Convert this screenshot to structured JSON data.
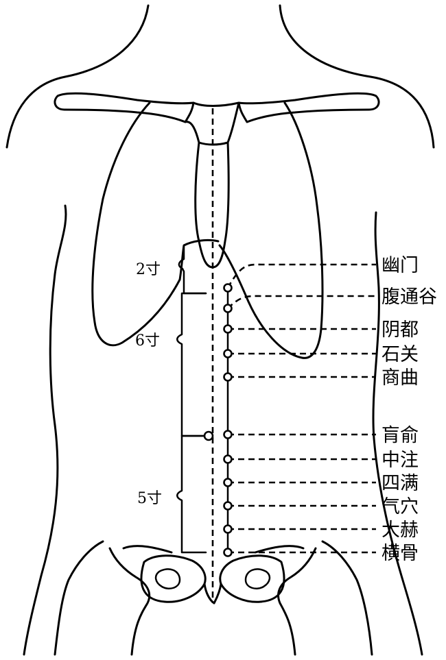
{
  "points": [
    {
      "id": "youmen",
      "label": "幽门"
    },
    {
      "id": "futonggu",
      "label": "腹通谷"
    },
    {
      "id": "yindu",
      "label": "阴都"
    },
    {
      "id": "shiguan",
      "label": "石关"
    },
    {
      "id": "shangqu",
      "label": "商曲"
    },
    {
      "id": "huangshu",
      "label": "肓俞"
    },
    {
      "id": "zhongzhu",
      "label": "中注"
    },
    {
      "id": "siman",
      "label": "四满"
    },
    {
      "id": "qixue",
      "label": "气穴"
    },
    {
      "id": "dahe",
      "label": "大赫"
    },
    {
      "id": "henggu",
      "label": "横骨"
    }
  ],
  "measures": [
    {
      "id": "upper",
      "label": "2寸"
    },
    {
      "id": "middle",
      "label": "6寸"
    },
    {
      "id": "lower",
      "label": "5寸"
    }
  ]
}
